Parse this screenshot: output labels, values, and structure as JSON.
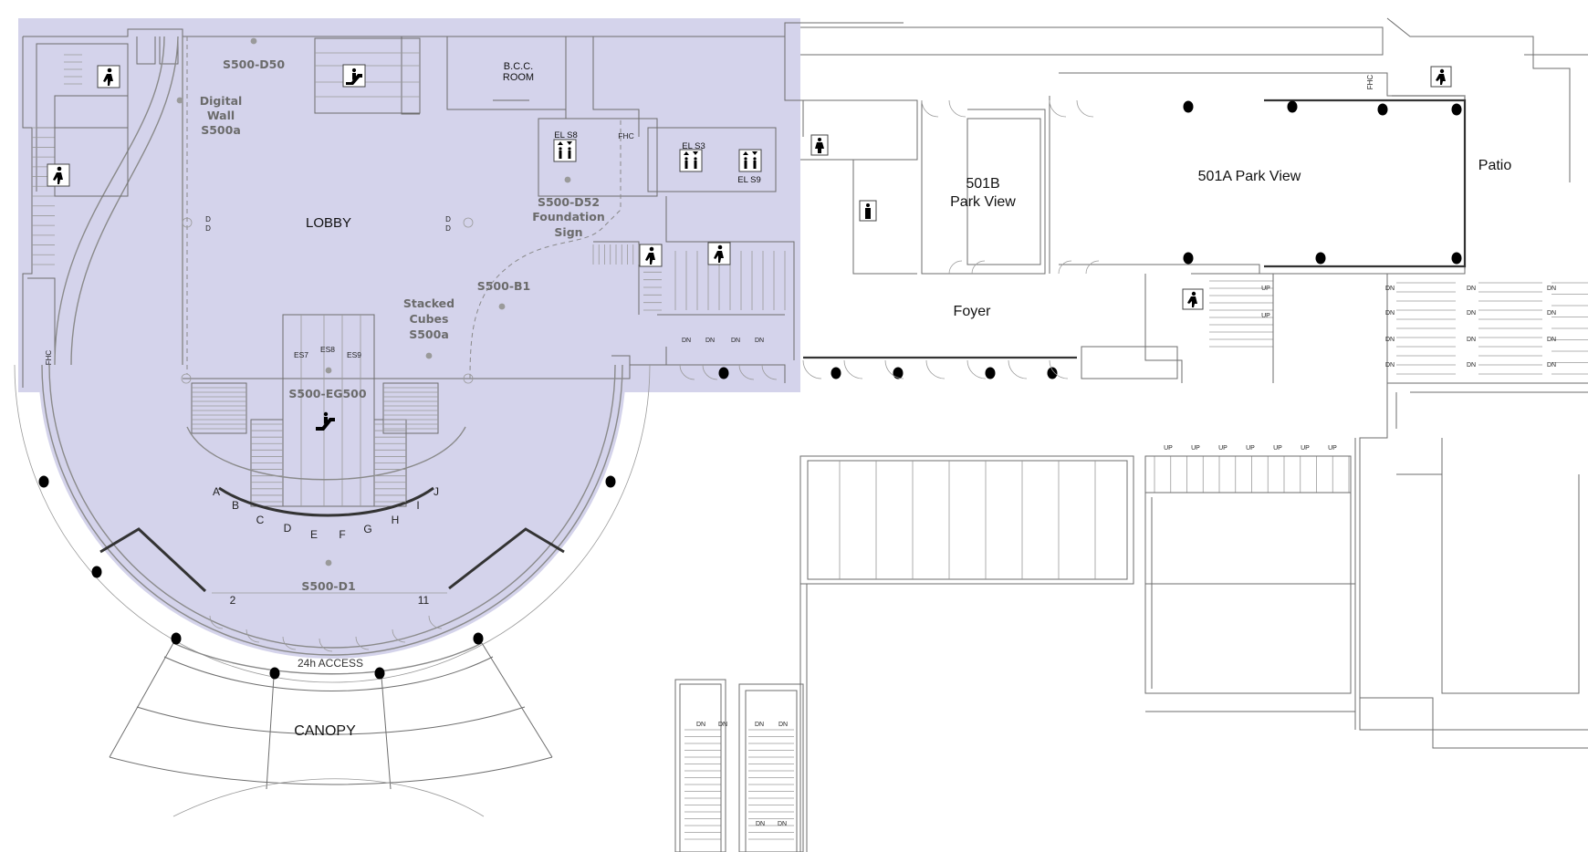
{
  "colors": {
    "highlight": "#d4d3eb",
    "wall": "#6e6e6e",
    "background": "#ffffff",
    "column": "#000000"
  },
  "rooms": {
    "lobby": "LOBBY",
    "bcc_line1": "B.C.C.",
    "bcc_line2": "ROOM",
    "r501b_line1": "501B",
    "r501b_line2": "Park View",
    "r501a": "501A Park View",
    "patio": "Patio",
    "foyer": "Foyer",
    "canopy": "CANOPY",
    "access": "24h ACCESS"
  },
  "signs": {
    "d50": "S500-D50",
    "digital_wall": [
      "Digital",
      "Wall",
      "S500a"
    ],
    "d52": [
      "S500-D52",
      "Foundation",
      "Sign"
    ],
    "b1": "S500-B1",
    "stacked": [
      "Stacked",
      "Cubes",
      "S500a"
    ],
    "eg500": "S500-EG500",
    "d1": "S500-D1"
  },
  "elevators": {
    "s8": "EL S8",
    "s3": "EL S3",
    "s9": "EL S9"
  },
  "escalators": {
    "es7": "ES7",
    "es8": "ES8",
    "es9": "ES9"
  },
  "fhc": [
    "FHC",
    "FHC",
    "FHC"
  ],
  "doors": {
    "letters": [
      "A",
      "B",
      "C",
      "D",
      "E",
      "F",
      "G",
      "H",
      "I",
      "J"
    ],
    "numbers": [
      "2",
      "11"
    ]
  },
  "stair_labels": {
    "up": "UP",
    "dn": "DN",
    "d": "D"
  },
  "icons": [
    "stair-person-icon",
    "escalator-icon",
    "elevator-icon",
    "restroom-icon"
  ]
}
